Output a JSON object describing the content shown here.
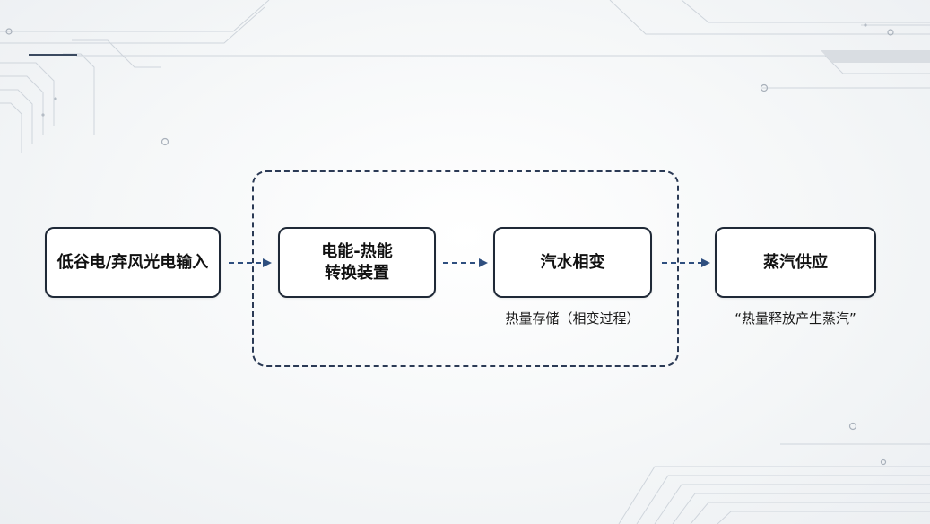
{
  "diagram": {
    "nodes": [
      {
        "id": "input",
        "label": "低谷电/弃风光电输入"
      },
      {
        "id": "converter",
        "label_line1": "电能-热能",
        "label_line2": "转换装置"
      },
      {
        "id": "phase",
        "label": "汽水相变"
      },
      {
        "id": "supply",
        "label": "蒸汽供应"
      }
    ],
    "captions": {
      "phase": "热量存储（相变过程）",
      "supply": "“热量释放产生蒸汽”"
    },
    "edges": [
      {
        "from": "input",
        "to": "converter",
        "style": "dashed"
      },
      {
        "from": "converter",
        "to": "phase",
        "style": "dashed"
      },
      {
        "from": "phase",
        "to": "supply",
        "style": "dashed"
      }
    ],
    "colors": {
      "arrow": "#2f4f7f",
      "border": "#1f2937",
      "group_border": "#2b3a55"
    }
  }
}
